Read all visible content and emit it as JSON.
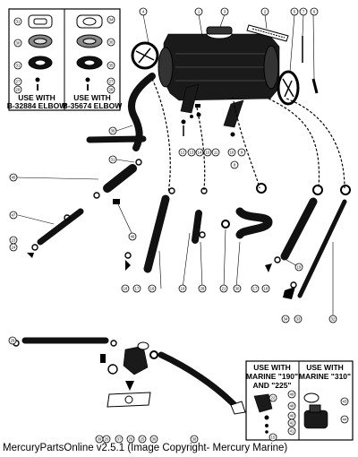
{
  "inset_left": {
    "line1": "USE WITH",
    "line2": "B-32884 ELBOW"
  },
  "inset_right_top": {
    "line1": "USE WITH",
    "line2": "B-35674 ELBOW"
  },
  "inset_bottom_left": {
    "line1": "USE WITH",
    "line2": "MARINE \"190\"",
    "line3": "AND \"225\""
  },
  "inset_bottom_right": {
    "line1": "USE WITH",
    "line2": "MARINE \"310\""
  },
  "callouts": {
    "c1": "1",
    "c2": "2",
    "c3": "3",
    "c4": "4",
    "c5": "5",
    "c6": "6",
    "c7": "7",
    "c8": "8",
    "c9": "9",
    "c10": "10",
    "c11": "11",
    "c12": "12",
    "c13": "13",
    "c14": "14",
    "c15": "15",
    "c16": "16",
    "c17": "17",
    "c18": "18",
    "c19": "19",
    "c20": "20",
    "c21": "21",
    "c22": "22",
    "c23": "23",
    "c24": "24",
    "c25": "25",
    "c26": "26",
    "c27": "27",
    "c28": "28",
    "c29": "29",
    "c30": "30",
    "c31": "31",
    "c32": "32",
    "c33": "33",
    "c34": "34",
    "c35": "35",
    "c36": "36",
    "c37": "37",
    "c38": "38",
    "c39": "39",
    "c40": "40",
    "c41": "41",
    "c42": "42",
    "c43": "43",
    "c44": "44",
    "c45": "45",
    "c46": "46",
    "c47": "47",
    "c48": "48",
    "c49": "49"
  },
  "caption": "MercuryPartsOnline v2.5.1 (Image Copyright- Mercury Marine)"
}
